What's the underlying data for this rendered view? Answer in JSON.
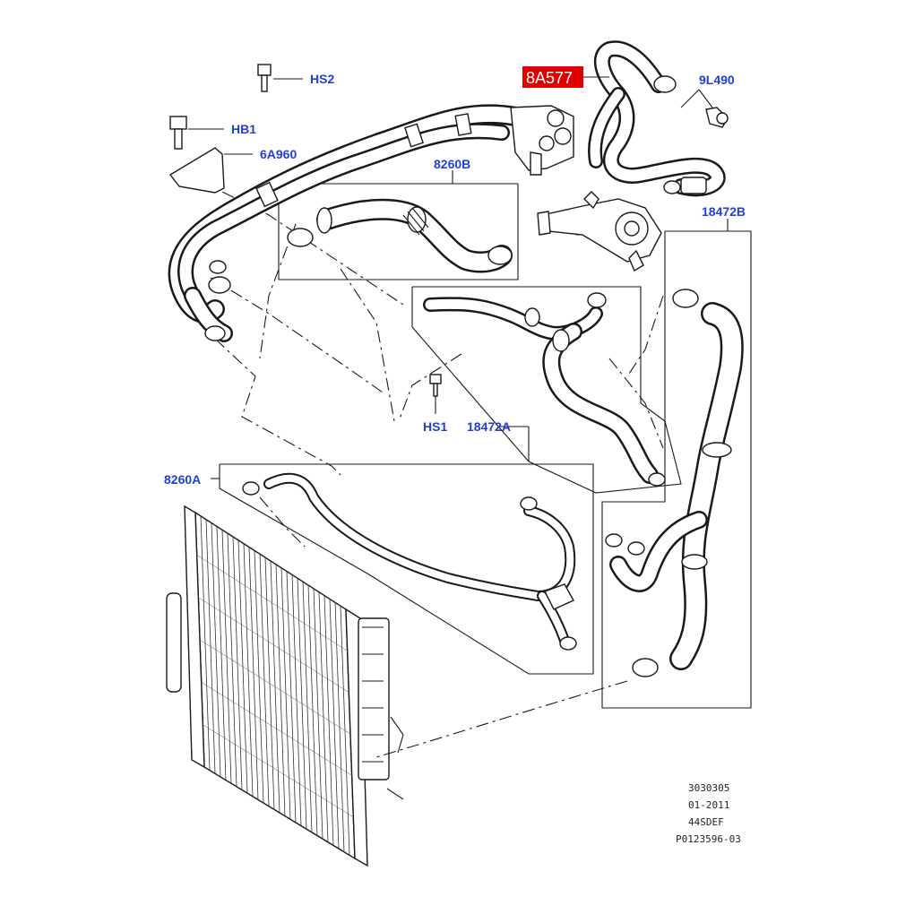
{
  "callouts": {
    "hs2": "HS2",
    "hb1": "HB1",
    "a6960": "6A960",
    "b8260": "8260B",
    "a8577": "8A577",
    "l9490": "9L490",
    "b18472": "18472B",
    "hs1": "HS1",
    "a18472": "18472A",
    "a8260": "8260A"
  },
  "reference": {
    "line1": "3030305",
    "line2": "01-2011",
    "line3": "44SDEF",
    "line4": "P0123596-03"
  },
  "colors": {
    "callout_text": "#1f3fd6",
    "highlight_bg": "#e00000",
    "highlight_text": "#ffffff",
    "line": "#1a1a1a"
  }
}
